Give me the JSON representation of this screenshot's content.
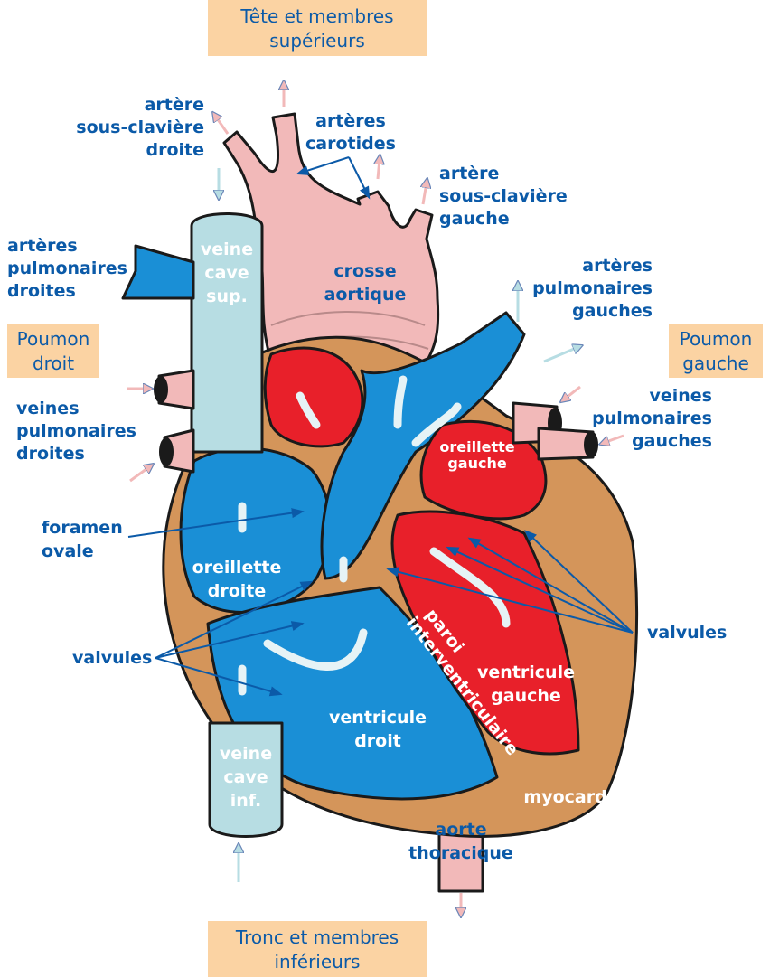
{
  "colors": {
    "oxygen_poor": "#1a8fd6",
    "oxygen_rich": "#e8202a",
    "myocardium": "#d4955a",
    "artery_pink": "#f2b9b9",
    "vein_cava": "#b7dde3",
    "box_fill": "#fbd3a3",
    "label_blue": "#0b5aa8"
  },
  "boxes": {
    "top": [
      "Tête et membres",
      "supérieurs"
    ],
    "left": [
      "Poumon",
      "droit"
    ],
    "right": [
      "Poumon",
      "gauche"
    ],
    "bottom": [
      "Tronc et membres",
      "inférieurs"
    ]
  },
  "labels": {
    "subclavian_right": [
      "artère",
      "sous-clavière",
      "droite"
    ],
    "carotids": [
      "artères",
      "carotides"
    ],
    "subclavian_left": [
      "artère",
      "sous-clavière",
      "gauche"
    ],
    "pulm_arteries_right": [
      "artères",
      "pulmonaires",
      "droites"
    ],
    "vena_cava_sup": [
      "veine",
      "cave",
      "sup."
    ],
    "aortic_arch": [
      "crosse",
      "aortique"
    ],
    "pulm_arteries_left": [
      "artères",
      "pulmonaires",
      "gauches"
    ],
    "pulm_veins_right": [
      "veines",
      "pulmonaires",
      "droites"
    ],
    "pulm_veins_left": [
      "veines",
      "pulmonaires",
      "gauches"
    ],
    "left_atrium": [
      "oreillette",
      "gauche"
    ],
    "foramen_ovale": [
      "foramen",
      "ovale"
    ],
    "right_atrium": [
      "oreillette",
      "droite"
    ],
    "valves_left": "valvules",
    "valves_right": "valvules",
    "septum": [
      "paroi",
      "interventriculaire"
    ],
    "left_ventricle": [
      "ventricule",
      "gauche"
    ],
    "right_ventricle": [
      "ventricule",
      "droit"
    ],
    "vena_cava_inf": [
      "veine",
      "cave",
      "inf."
    ],
    "myocardium": "myocarde",
    "thoracic_aorta": [
      "aorte",
      "thoracique"
    ]
  }
}
